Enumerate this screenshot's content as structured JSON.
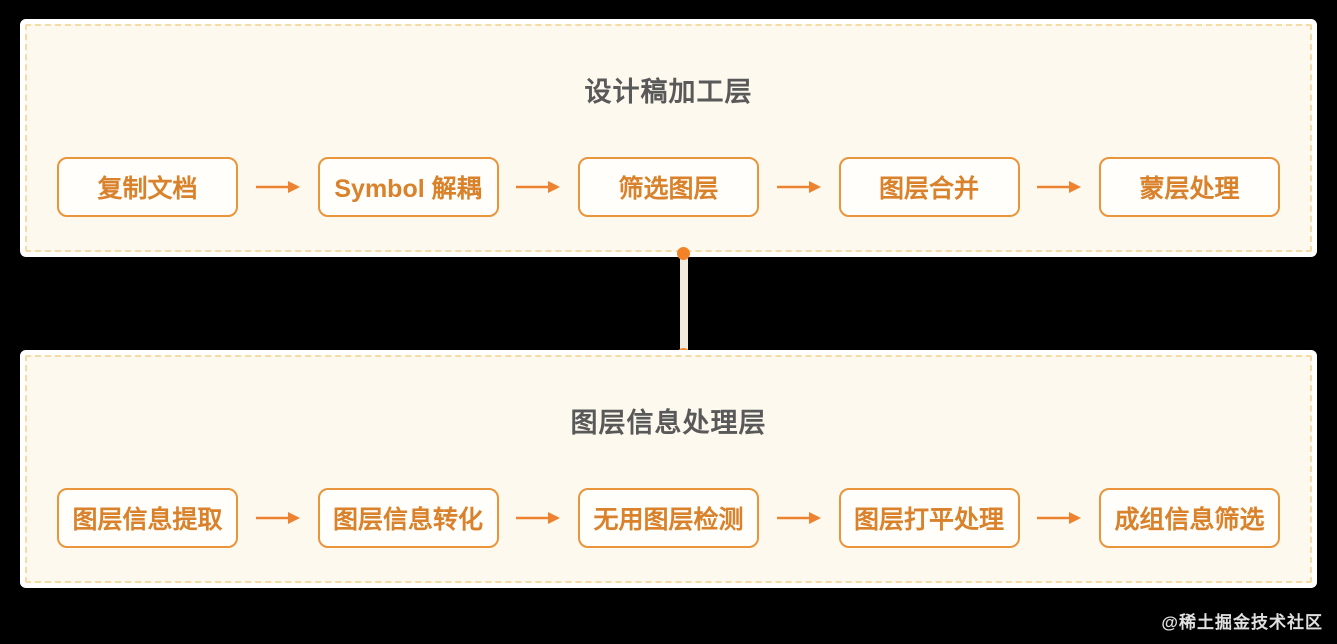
{
  "colors": {
    "page_bg": "#000000",
    "panel_bg": "#FDF9EF",
    "panel_dash": "#F3DCA6",
    "panel_ring": "#FFFFFF",
    "box_bg": "#FFFEFA",
    "box_border": "#E8953C",
    "box_text": "#D9822B",
    "arrow": "#ED8331",
    "title_text": "#595959",
    "connector_bar": "#F2EADC",
    "connector_dot": "#F28329",
    "watermark_text": "#E0E0E0"
  },
  "sections": [
    {
      "title": "设计稿加工层",
      "boxes": [
        {
          "label": "复制文档"
        },
        {
          "label": "Symbol 解耦"
        },
        {
          "label": "筛选图层"
        },
        {
          "label": "图层合并"
        },
        {
          "label": "蒙层处理"
        }
      ]
    },
    {
      "title": "图层信息处理层",
      "boxes": [
        {
          "label": "图层信息提取"
        },
        {
          "label": "图层信息转化"
        },
        {
          "label": "无用图层检测"
        },
        {
          "label": "图层打平处理"
        },
        {
          "label": "成组信息筛选"
        }
      ]
    }
  ],
  "watermark": "@稀土掘金技术社区"
}
